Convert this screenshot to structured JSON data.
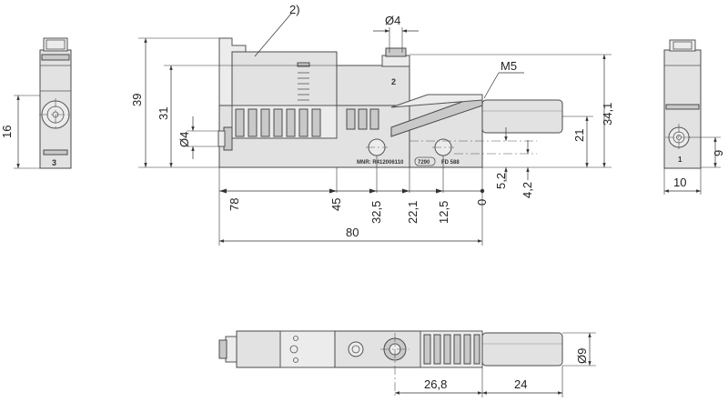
{
  "drawing": {
    "callouts": {
      "note": "2)",
      "thread": "M5",
      "port_number": "2",
      "side_mark_left": "3",
      "side_mark_right": "1"
    },
    "nameplate": {
      "material_no": "MNR: R412006110",
      "code": "7290",
      "model": "FD 588"
    },
    "front_view": {
      "dims": {
        "dia_top": "Ø4",
        "height_total": "39",
        "height_body": "31",
        "dia_left": "Ø4",
        "height_right_total": "34,1",
        "height_right_body": "21",
        "offset_a": "5,2",
        "offset_b": "4,2",
        "x_78": "78",
        "x_45": "45",
        "x_32_5": "32,5",
        "x_22_1": "22,1",
        "x_12_5": "12,5",
        "x_0": "0",
        "length_total": "80"
      }
    },
    "left_view": {
      "dims": {
        "height": "16"
      }
    },
    "right_view": {
      "dims": {
        "height": "9",
        "width": "10"
      }
    },
    "bottom_view": {
      "dims": {
        "len_a": "26,8",
        "len_b": "24",
        "dia": "Ø9"
      }
    }
  }
}
